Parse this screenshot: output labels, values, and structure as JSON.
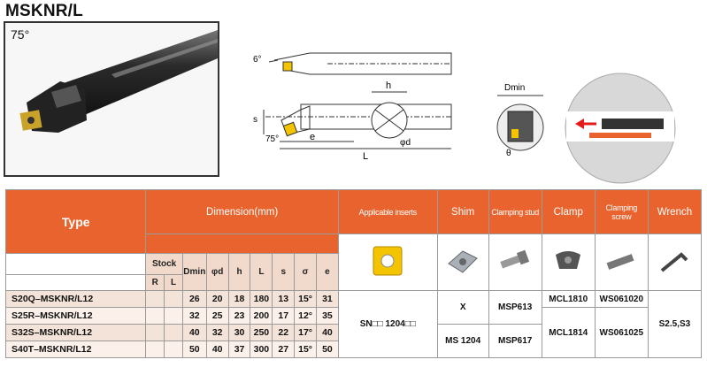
{
  "title": "MSKNR/L",
  "photo": {
    "angle": "75°"
  },
  "diagram": {
    "angle_top": "6°",
    "angle_side": "75°",
    "h": "h",
    "s": "s",
    "e": "e",
    "L": "L",
    "phid": "φd",
    "dmin": "Dmin",
    "theta": "θ"
  },
  "table": {
    "headers": {
      "type": "Type",
      "dimension": "Dimension(mm)",
      "inserts": "Applicable inserts",
      "shim": "Shim",
      "clamping_stud": "Clamping stud",
      "clamp": "Clamp",
      "clamping_screw": "Clamping screw",
      "wrench": "Wrench"
    },
    "sub": {
      "stock": "Stock",
      "r": "R",
      "l": "L",
      "dmin": "Dmin",
      "phid": "φd",
      "h": "h",
      "L": "L",
      "s": "s",
      "theta": "σ",
      "e": "e"
    },
    "rows": [
      {
        "type": "S20Q–MSKNR/L12",
        "dmin": "26",
        "d": "20",
        "h": "18",
        "L": "180",
        "s": "13",
        "theta": "15°",
        "e": "31"
      },
      {
        "type": "S25R–MSKNR/L12",
        "dmin": "32",
        "d": "25",
        "h": "23",
        "L": "200",
        "s": "17",
        "theta": "12°",
        "e": "35"
      },
      {
        "type": "S32S–MSKNR/L12",
        "dmin": "40",
        "d": "32",
        "h": "30",
        "L": "250",
        "s": "22",
        "theta": "17°",
        "e": "40"
      },
      {
        "type": "S40T–MSKNR/L12",
        "dmin": "50",
        "d": "40",
        "h": "37",
        "L": "300",
        "s": "27",
        "theta": "15°",
        "e": "50"
      }
    ],
    "insert": "SN□□ 1204□□",
    "shim": [
      "X",
      "MS 1204"
    ],
    "stud": [
      "MSP613",
      "MSP617"
    ],
    "clamp": [
      "MCL1810",
      "MCL1814"
    ],
    "screw": [
      "WS061020",
      "WS061025"
    ],
    "wrench": "S2.5,S3"
  }
}
